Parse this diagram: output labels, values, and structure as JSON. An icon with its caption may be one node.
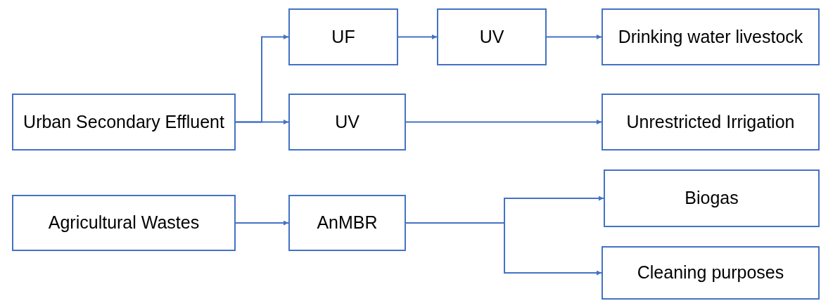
{
  "diagram": {
    "nodes": [
      {
        "text": [
          "Urban Secondary Effluent"
        ]
      },
      {
        "text": [
          "UF"
        ]
      },
      {
        "text": [
          "UV"
        ]
      },
      {
        "text": [
          "Drinking water livestock"
        ]
      },
      {
        "text": [
          "UV"
        ]
      },
      {
        "text": [
          "Unrestricted Irrigation"
        ]
      },
      {
        "text": [
          "Agricultural Wastes"
        ]
      },
      {
        "text": [
          "AnMBR"
        ]
      },
      {
        "text": [
          "Biogas"
        ]
      },
      {
        "text": [
          "Cleaning purposes"
        ]
      }
    ],
    "edges": [
      {
        "from": 0,
        "to": 1,
        "arrow": "to"
      },
      {
        "from": 0,
        "to": 4,
        "arrow": "to"
      },
      {
        "from": 1,
        "to": 2,
        "arrow": "to"
      },
      {
        "from": 2,
        "to": 3,
        "arrow": "to"
      },
      {
        "from": 4,
        "to": 5,
        "arrow": "to"
      },
      {
        "from": 6,
        "to": 7,
        "arrow": "to"
      },
      {
        "from": 7,
        "to": 8,
        "arrow": "to"
      },
      {
        "from": 7,
        "to": 9,
        "arrow": "to"
      }
    ]
  }
}
